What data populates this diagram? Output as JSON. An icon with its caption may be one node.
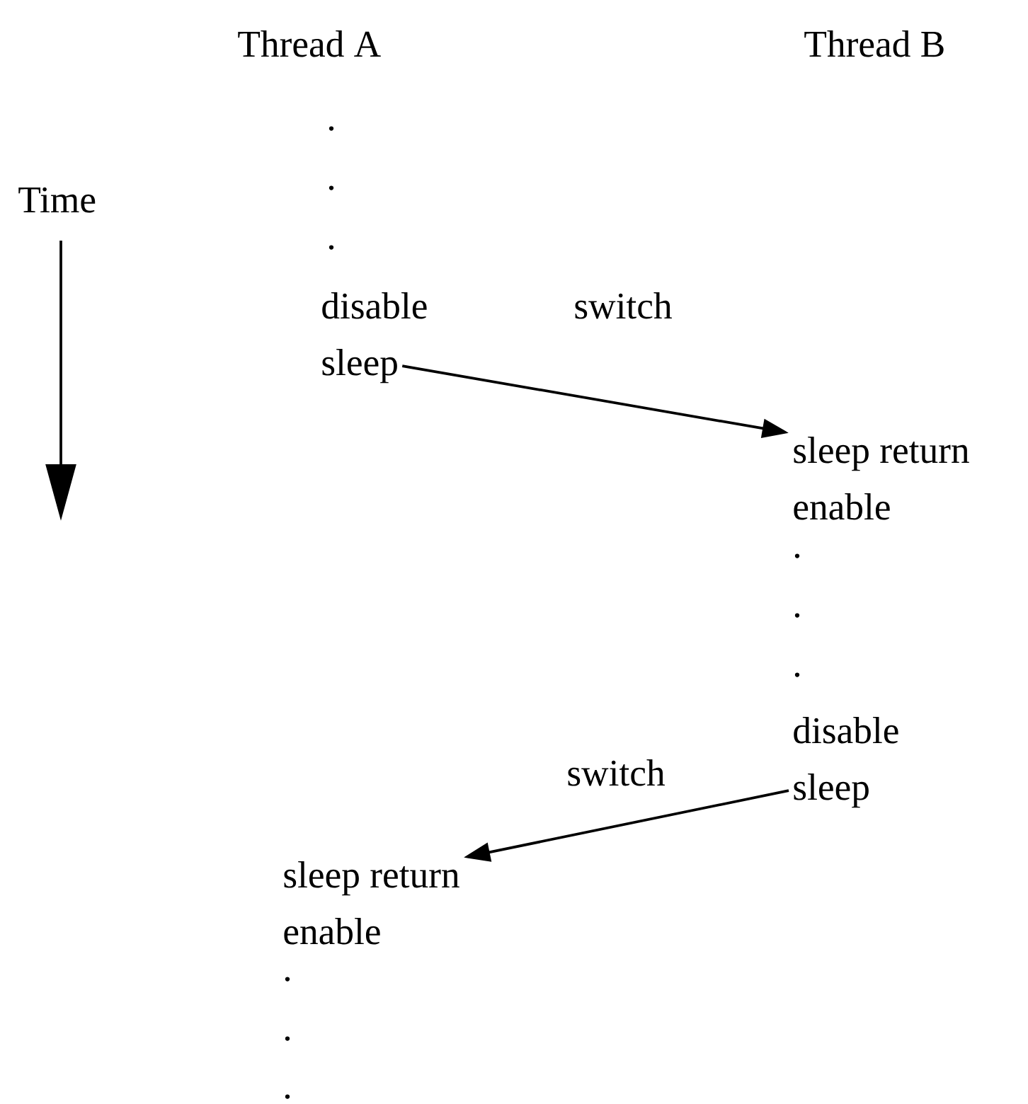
{
  "diagram": {
    "nodes": [
      {
        "text": [
          "sleep"
        ]
      },
      {
        "text": [
          "sleep return"
        ]
      },
      {
        "text": [
          "sleep"
        ]
      },
      {
        "text": [
          "sleep return"
        ]
      }
    ],
    "edges": [
      {
        "from": 0,
        "to": 1,
        "arrow": "to",
        "label": "switch"
      },
      {
        "from": 2,
        "to": 3,
        "arrow": "to",
        "label": "switch"
      }
    ],
    "labels": [
      "Thread A",
      "Thread B",
      "Time",
      ".",
      ".",
      ".",
      "disable",
      "enable",
      ".",
      ".",
      ".",
      "disable",
      "enable",
      ".",
      ".",
      "."
    ]
  }
}
